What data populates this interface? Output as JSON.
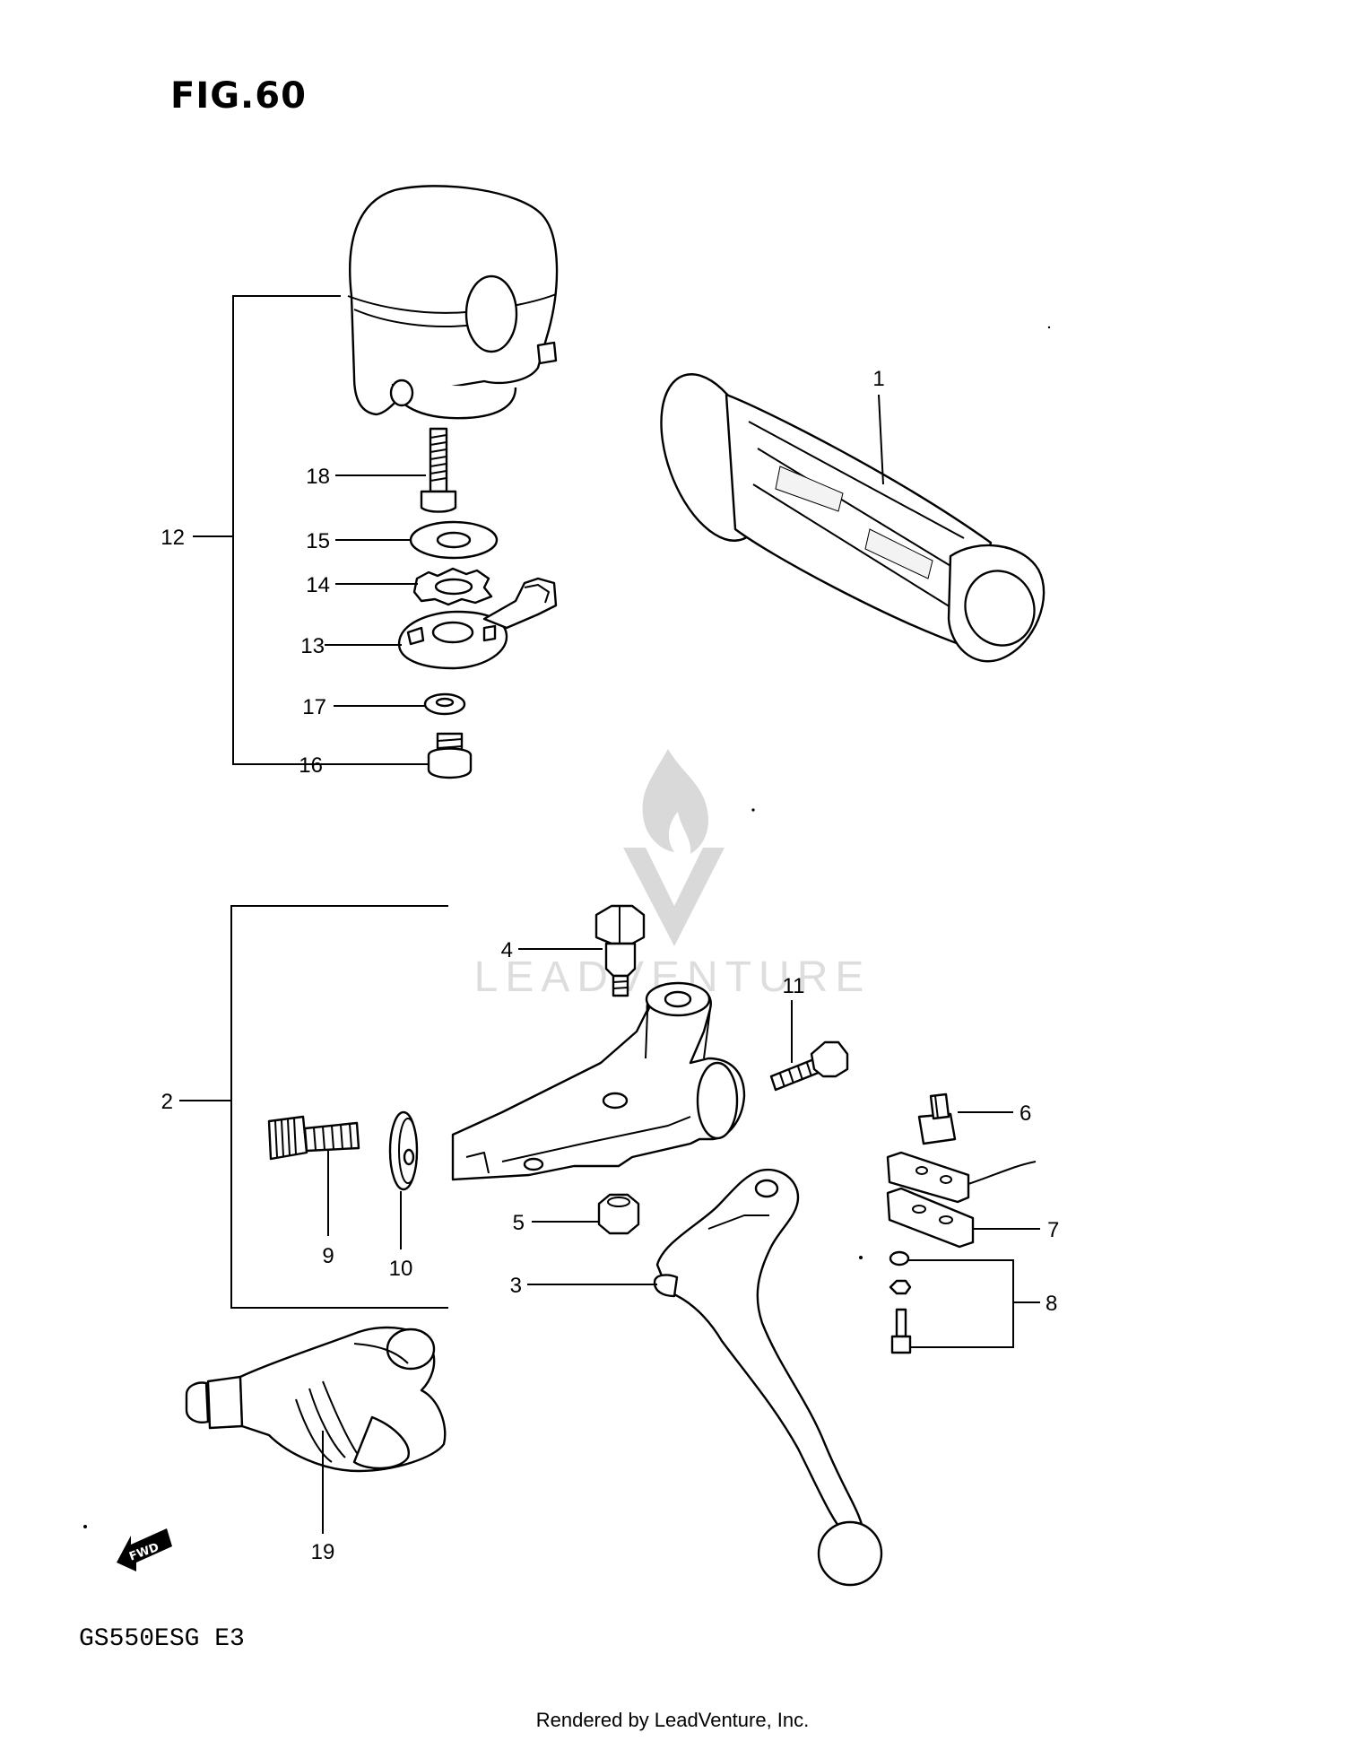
{
  "figure": {
    "title": "FIG.60",
    "model_code": "GS550ESG  E3",
    "footer": "Rendered by LeadVenture, Inc.",
    "watermark_text": "LEADVENTURE",
    "direction_badge": "FWD"
  },
  "callouts": {
    "c1": "1",
    "c2": "2",
    "c3": "3",
    "c4": "4",
    "c5": "5",
    "c6": "6",
    "c7": "7",
    "c8": "8",
    "c9": "9",
    "c10": "10",
    "c11": "11",
    "c12": "12",
    "c13": "13",
    "c14": "14",
    "c15": "15",
    "c16": "16",
    "c17": "17",
    "c18": "18",
    "c19": "19"
  },
  "colors": {
    "ink": "#000000",
    "watermark": "#d9d9d9",
    "background": "#ffffff"
  }
}
